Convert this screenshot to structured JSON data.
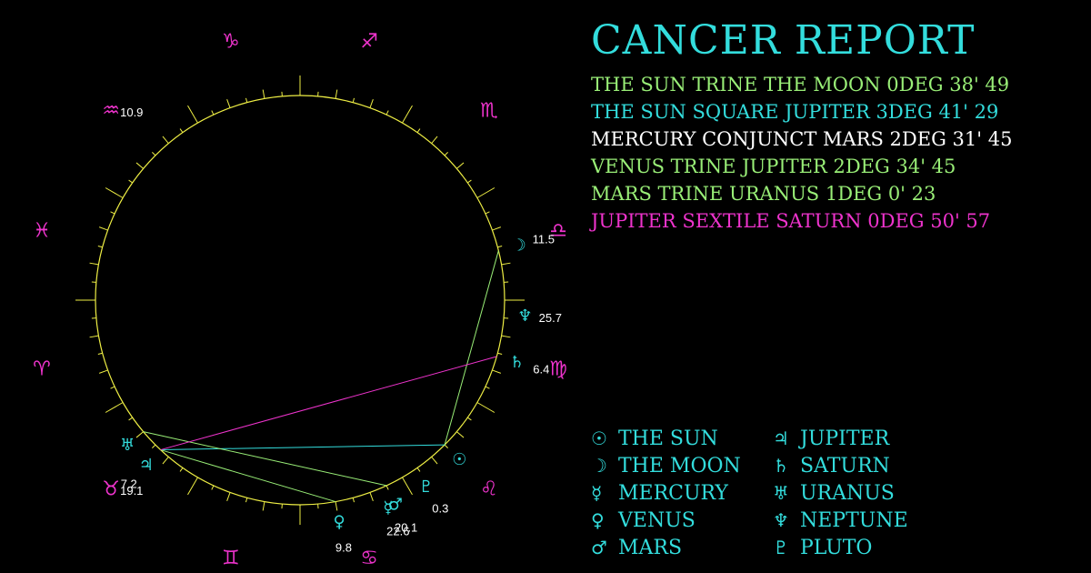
{
  "title": "CANCER REPORT",
  "aspects": [
    {
      "text": "THE SUN TRINE THE MOON 0DEG 38' 49",
      "color": "#99ee77"
    },
    {
      "text": "THE SUN SQUARE JUPITER 3DEG 41' 29",
      "color": "#33dddd"
    },
    {
      "text": "MERCURY CONJUNCT MARS 2DEG 31' 45",
      "color": "#ffffff"
    },
    {
      "text": "VENUS TRINE JUPITER 2DEG 34' 45",
      "color": "#99ee77"
    },
    {
      "text": "MARS TRINE URANUS 1DEG 0' 23",
      "color": "#99ee77"
    },
    {
      "text": "JUPITER SEXTILE SATURN 0DEG 50' 57",
      "color": "#ee33cc"
    }
  ],
  "legend": [
    {
      "glyph": "☉",
      "label": "THE SUN"
    },
    {
      "glyph": "♃",
      "label": "JUPITER"
    },
    {
      "glyph": "☽",
      "label": "THE MOON"
    },
    {
      "glyph": "♄",
      "label": "SATURN"
    },
    {
      "glyph": "☿",
      "label": "MERCURY"
    },
    {
      "glyph": "♅",
      "label": "URANUS"
    },
    {
      "glyph": "♀",
      "label": "VENUS"
    },
    {
      "glyph": "♆",
      "label": "NEPTUNE"
    },
    {
      "glyph": "♂",
      "label": "MARS"
    },
    {
      "glyph": "♇",
      "label": "PLUTO"
    }
  ],
  "colors": {
    "planet": "#33dddd",
    "sign": "#ee33cc",
    "wheel": "#eeee44",
    "degree_label": "#ffffff",
    "trine": "#99ee77",
    "square": "#33dddd",
    "sextile": "#ee33cc"
  },
  "chart_data": {
    "type": "astrological-wheel",
    "ascendant_longitude": 0,
    "signs": [
      {
        "name": "aries",
        "glyph": "♈"
      },
      {
        "name": "taurus",
        "glyph": "♉"
      },
      {
        "name": "gemini",
        "glyph": "♊"
      },
      {
        "name": "cancer",
        "glyph": "♋"
      },
      {
        "name": "leo",
        "glyph": "♌"
      },
      {
        "name": "virgo",
        "glyph": "♍"
      },
      {
        "name": "libra",
        "glyph": "♎"
      },
      {
        "name": "scorpio",
        "glyph": "♏"
      },
      {
        "name": "sagittarius",
        "glyph": "♐"
      },
      {
        "name": "capricorn",
        "glyph": "♑"
      },
      {
        "name": "aquarius",
        "glyph": "♒"
      },
      {
        "name": "pisces",
        "glyph": "♓"
      }
    ],
    "planets": [
      {
        "name": "sun",
        "glyph": "☉",
        "longitude": 135,
        "label": ""
      },
      {
        "name": "moon",
        "glyph": "☽",
        "longitude": 194,
        "label": "11.5"
      },
      {
        "name": "mercury",
        "glyph": "☿",
        "longitude": 113,
        "label": "22.6"
      },
      {
        "name": "venus",
        "glyph": "♀",
        "longitude": 100,
        "label": "9.8"
      },
      {
        "name": "mars",
        "glyph": "♂",
        "longitude": 115,
        "label": "20.1"
      },
      {
        "name": "jupiter",
        "glyph": "♃",
        "longitude": 47,
        "label": "7.2"
      },
      {
        "name": "saturn",
        "glyph": "♄",
        "longitude": 164,
        "label": "6.4"
      },
      {
        "name": "uranus",
        "glyph": "♅",
        "longitude": 40,
        "label": ""
      },
      {
        "name": "neptune",
        "glyph": "♆",
        "longitude": 176,
        "label": "25.7"
      },
      {
        "name": "pluto",
        "glyph": "♇",
        "longitude": 124,
        "label": "0.3"
      }
    ],
    "sign_degree_labels": [
      {
        "sign": "aquarius",
        "label": "10.9"
      },
      {
        "sign": "taurus",
        "label": "19.1"
      }
    ],
    "aspect_lines": [
      {
        "from": "sun",
        "to": "moon",
        "type": "trine"
      },
      {
        "from": "sun",
        "to": "jupiter",
        "type": "square"
      },
      {
        "from": "venus",
        "to": "jupiter",
        "type": "trine"
      },
      {
        "from": "mars",
        "to": "uranus",
        "type": "trine"
      },
      {
        "from": "jupiter",
        "to": "saturn",
        "type": "sextile"
      }
    ]
  }
}
